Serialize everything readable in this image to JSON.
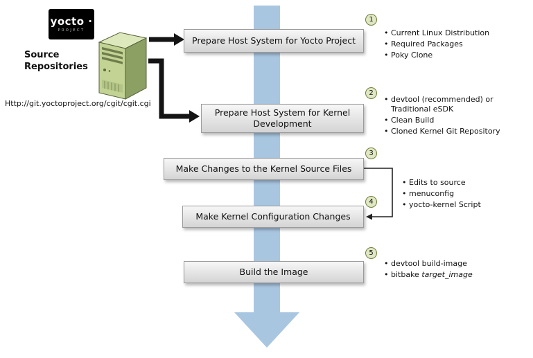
{
  "logo": {
    "title": "yocto ·",
    "subtitle": "PROJECT"
  },
  "source_repositories": {
    "label": "Source Repositories",
    "url": "Http://git.yoctoproject.org/cgit/cgit.cgi"
  },
  "steps": [
    {
      "num": "1",
      "label": "Prepare Host System for Yocto Project"
    },
    {
      "num": "2",
      "label": "Prepare Host System for Kernel Development"
    },
    {
      "num": "3",
      "label": "Make Changes to the Kernel Source Files"
    },
    {
      "num": "4",
      "label": "Make Kernel Configuration Changes"
    },
    {
      "num": "5",
      "label": "Build the Image"
    }
  ],
  "notes": {
    "step1": [
      "Current Linux Distribution",
      "Required Packages",
      "Poky Clone"
    ],
    "step2": [
      "devtool (recommended) or Traditional eSDK",
      "Clean Build",
      "Cloned Kernel Git Repository"
    ],
    "steps_3_4": [
      "Edits to source",
      "menuconfig",
      "yocto-kernel Script"
    ],
    "step5": {
      "line1": "devtool build-image",
      "line2_prefix": "bitbake ",
      "line2_italic": "target_image"
    }
  },
  "colors": {
    "flow_arrow_blue": "#a9c6e1",
    "step_box_border": "#9b9b9b",
    "step_box_fill_top": "#f7f7f7",
    "step_box_fill_bottom": "#d4d4d4",
    "badge_fill": "#dfe7c3",
    "badge_border": "#6f7f3f",
    "server_green_front": "#c2d394",
    "server_green_side": "#8da064",
    "server_green_top": "#dde8bc",
    "connector_black": "#141414"
  }
}
